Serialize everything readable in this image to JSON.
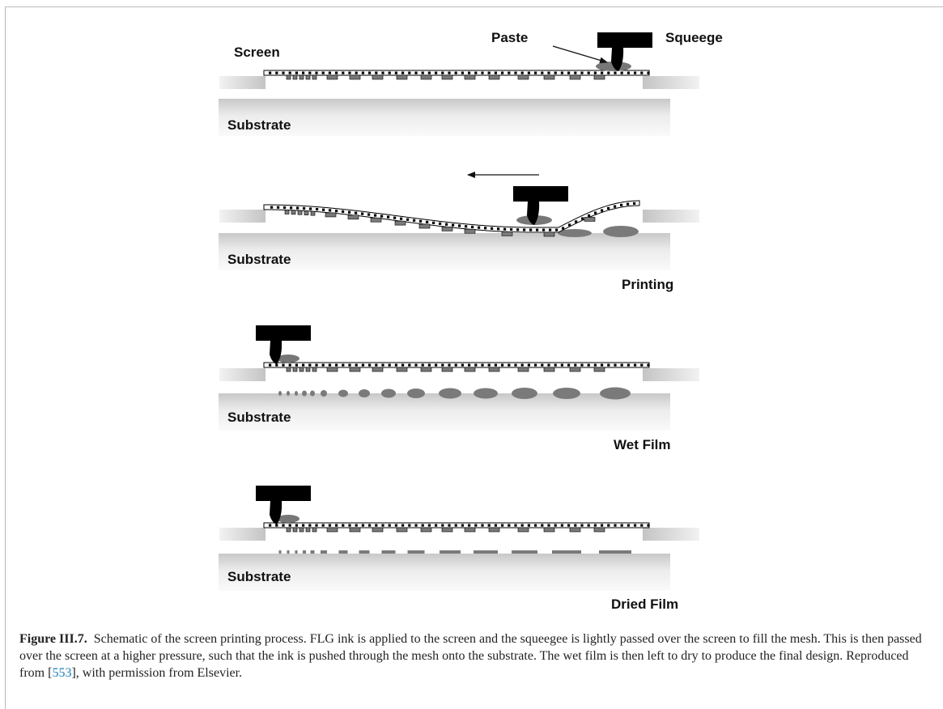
{
  "diagram": {
    "labels": {
      "screen": "Screen",
      "paste": "Paste",
      "squeegee": "Squeege",
      "substrate": "Substrate",
      "printing": "Printing",
      "wet_film": "Wet Film",
      "dried_film": "Dried Film"
    },
    "panels": [
      "setup",
      "printing",
      "wet-film",
      "dried-film"
    ],
    "colors": {
      "squeegee": "#000000",
      "ink": "#7a7a7a",
      "substrate_light": "#fafafa",
      "substrate_dark": "#c8c8c8"
    }
  },
  "caption": {
    "label": "Figure III.7.",
    "text_before_ref": "Schematic of the screen printing process. FLG ink is applied to the screen and the squeegee is lightly passed over the screen to fill the mesh. This is then passed over the screen at a higher pressure, such that the ink is pushed through the mesh onto the substrate. The wet film is then left to dry to produce the final design. Reproduced from [",
    "ref": "553",
    "text_after_ref": "], with permission from Elsevier."
  }
}
